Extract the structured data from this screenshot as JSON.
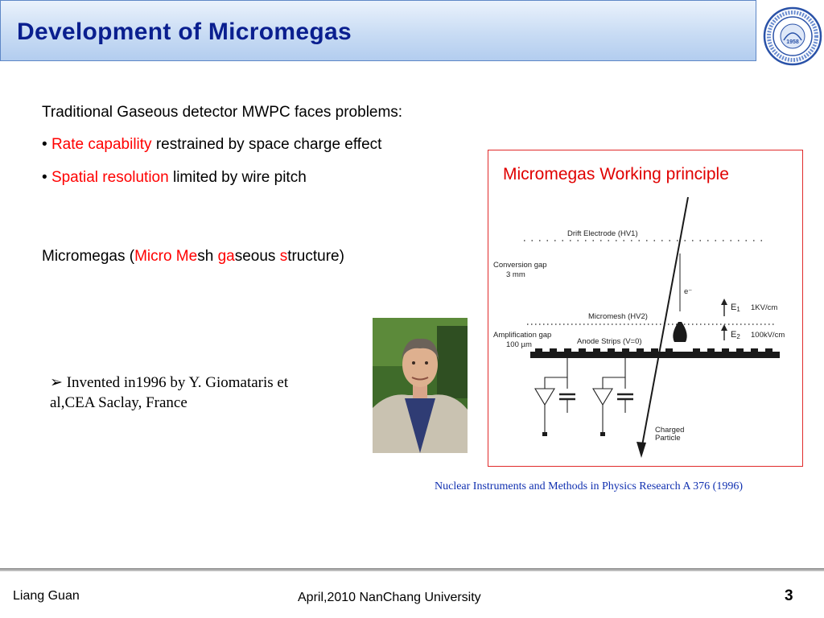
{
  "slide": {
    "title": "Development of Micromegas",
    "intro": "Traditional Gaseous detector MWPC faces problems:",
    "bullets": [
      {
        "marker": "• ",
        "highlight": "Rate capability",
        "rest": " restrained by space charge effect"
      },
      {
        "marker": "• ",
        "highlight": "Spatial resolution",
        "rest": " limited by wire pitch"
      }
    ],
    "acronym": {
      "p1": "Micromegas (",
      "h1": "Micro Me",
      "p2": "sh ",
      "h2": "ga",
      "p3": "seous ",
      "h3": "s",
      "p4": "tructure)"
    },
    "invented": {
      "marker": "➢ ",
      "line1": "Invented in1996 by Y. Giomataris et",
      "line2": "al,CEA Saclay, France"
    },
    "diagram": {
      "title": "Micromegas Working principle",
      "labels": {
        "drift": "Drift Electrode  (HV1)",
        "conversion": "Conversion gap",
        "conversion_size": "3 mm",
        "electron": "e⁻",
        "e1": "E",
        "e1_sub": "1",
        "e1_value": "1KV/cm",
        "micromesh": "Micromesh  (HV2)",
        "amplification": "Amplification gap",
        "amplification_size": "100 µm",
        "e2": "E",
        "e2_sub": "2",
        "e2_value": "100kV/cm",
        "anode": "Anode Strips  (V=0)",
        "charged_1": "Charged",
        "charged_2": "Particle"
      }
    },
    "citation": "Nuclear Instruments and Methods in Physics Research A 376 (1996)"
  },
  "footer": {
    "author": "Liang Guan",
    "venue": "April,2010  NanChang University",
    "page": "3"
  },
  "logo": {
    "year": "1958"
  },
  "colors": {
    "title": "#0a1f8f",
    "highlight": "#ff0000",
    "citation": "#1030b0",
    "frame": "#e02a2a"
  },
  "icons": {
    "bullet": "bullet-dot",
    "arrow_bullet": "arrow-right-bullet"
  }
}
